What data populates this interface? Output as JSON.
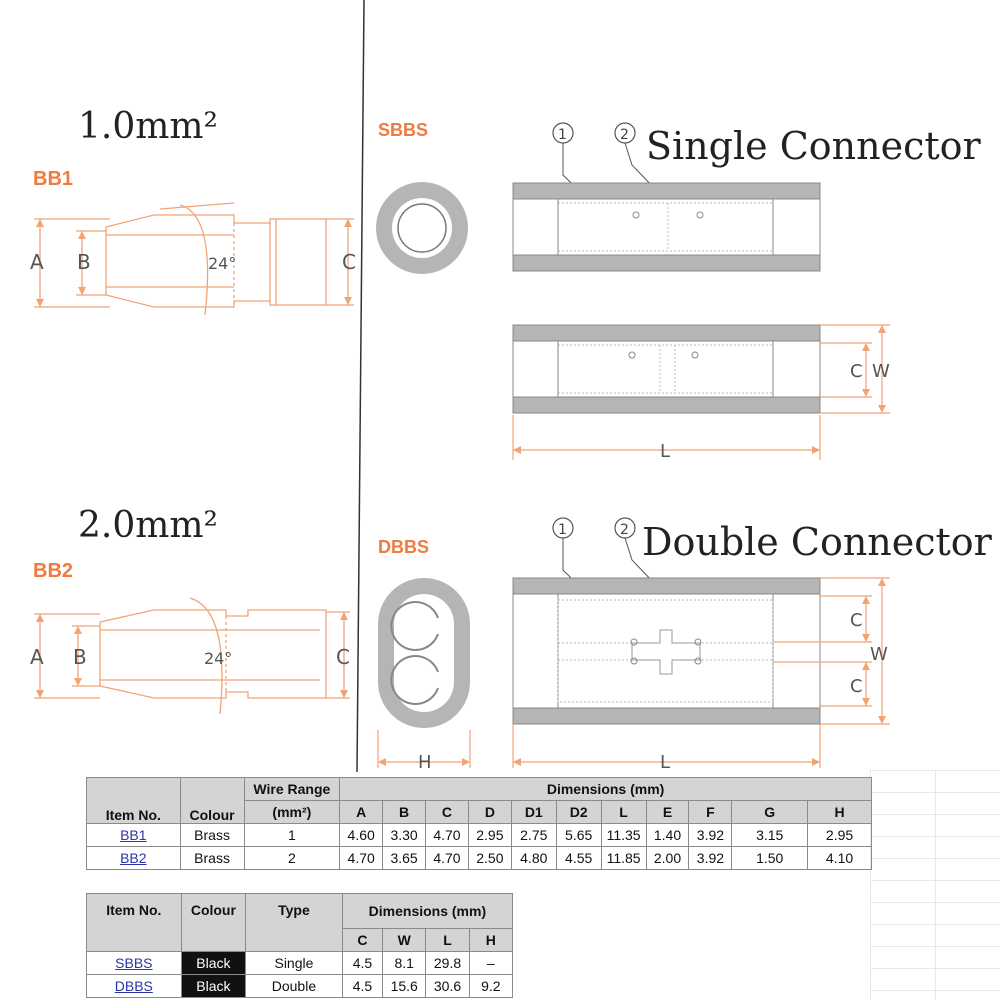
{
  "section_bb1": {
    "size_label": "1.0mm²",
    "tag": "BB1"
  },
  "section_bb2": {
    "size_label": "2.0mm²",
    "tag": "BB2"
  },
  "dim_letters": {
    "a": "A",
    "b": "B",
    "c": "C",
    "w": "W",
    "l": "L",
    "h": "H",
    "angle": "24°"
  },
  "callouts": {
    "one": "1",
    "two": "2"
  },
  "sbbs": {
    "tag": "SBBS",
    "title": "Single Connector"
  },
  "dbbs": {
    "tag": "DBBS",
    "title": "Double Connector"
  },
  "colors": {
    "tag_orange": "#f07b3f",
    "drawing_orange": "#f2a374",
    "sleeve_grey": "#b5b5b5",
    "header_grey": "#d4d4d4"
  },
  "table1": {
    "headers": {
      "item": "Item No.",
      "colour": "Colour",
      "wire_range": "Wire Range",
      "wire_unit": "(mm²)",
      "dimensions": "Dimensions (mm)"
    },
    "dim_cols": [
      "A",
      "B",
      "C",
      "D",
      "D1",
      "D2",
      "L",
      "E",
      "F",
      "G",
      "H"
    ],
    "rows": [
      {
        "item": "BB1",
        "colour": "Brass",
        "range": "1",
        "dims": [
          "4.60",
          "3.30",
          "4.70",
          "2.95",
          "2.75",
          "5.65",
          "11.35",
          "1.40",
          "3.92",
          "3.15",
          "2.95"
        ]
      },
      {
        "item": "BB2",
        "colour": "Brass",
        "range": "2",
        "dims": [
          "4.70",
          "3.65",
          "4.70",
          "2.50",
          "4.80",
          "4.55",
          "11.85",
          "2.00",
          "3.92",
          "1.50",
          "4.10"
        ]
      }
    ]
  },
  "table2": {
    "headers": {
      "item": "Item No.",
      "colour": "Colour",
      "type": "Type",
      "dimensions": "Dimensions (mm)"
    },
    "dim_cols": [
      "C",
      "W",
      "L",
      "H"
    ],
    "rows": [
      {
        "item": "SBBS",
        "colour": "Black",
        "type": "Single",
        "dims": [
          "4.5",
          "8.1",
          "29.8",
          "–"
        ]
      },
      {
        "item": "DBBS",
        "colour": "Black",
        "type": "Double",
        "dims": [
          "4.5",
          "15.6",
          "30.6",
          "9.2"
        ]
      }
    ]
  }
}
